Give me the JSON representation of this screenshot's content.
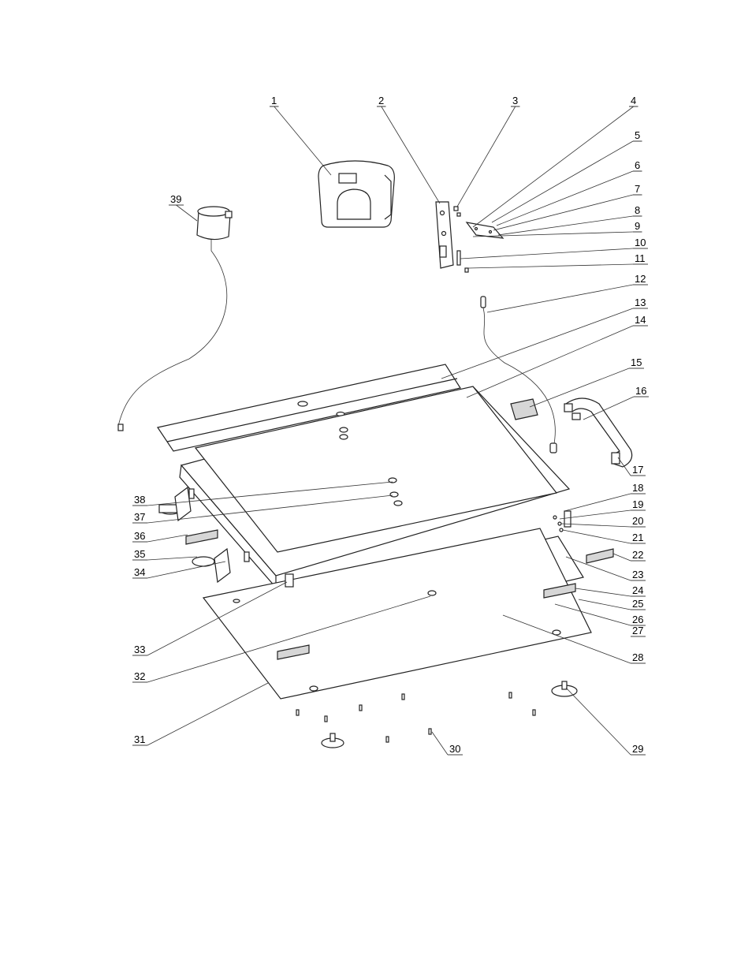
{
  "labels": [
    "1",
    "2",
    "3",
    "4",
    "5",
    "6",
    "7",
    "8",
    "9",
    "10",
    "11",
    "12",
    "13",
    "14",
    "15",
    "16",
    "17",
    "18",
    "19",
    "20",
    "21",
    "22",
    "23",
    "24",
    "25",
    "26",
    "27",
    "28",
    "29",
    "30",
    "31",
    "32",
    "33",
    "34",
    "35",
    "36",
    "37",
    "38",
    "39"
  ],
  "colors": {
    "line": "#222222",
    "fill": "#ffffff",
    "shade": "#d6d6d6"
  }
}
